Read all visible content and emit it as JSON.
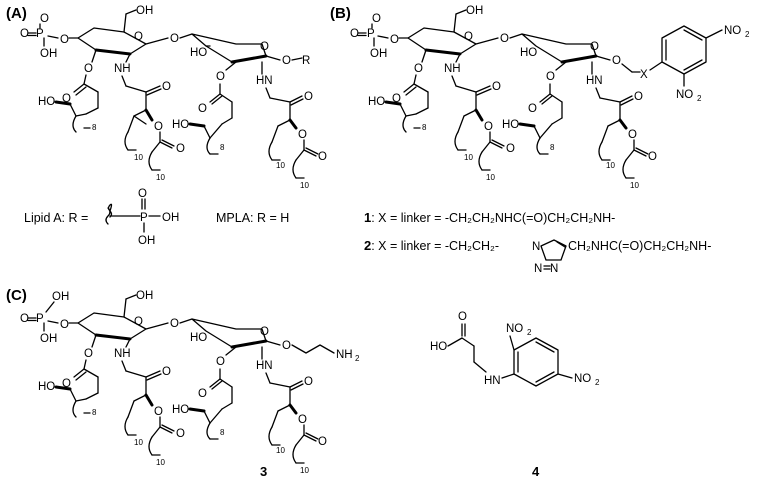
{
  "panels": {
    "A": {
      "label": "(A)"
    },
    "B": {
      "label": "(B)"
    },
    "C": {
      "label": "(C)"
    }
  },
  "atoms": {
    "P": "P",
    "O": "O",
    "OH": "OH",
    "HO": "HO",
    "NH": "NH",
    "HN": "HN",
    "R": "R",
    "X": "X",
    "NH2": "NH",
    "NO2": "NO",
    "two": "2",
    "N": "N",
    "n10": "10",
    "n8": "8"
  },
  "captions": {
    "lipidA_prefix": "Lipid A: R =",
    "mpla": "MPLA: R = H",
    "compound1_num": "1",
    "compound1_text": ": X = linker = -CH₂CH₂NHC(=O)CH₂CH₂NH-",
    "compound2_num": "2",
    "compound2_text_a": ": X = linker = -CH₂CH₂-",
    "compound2_text_b": "CH₂NHC(=O)CH₂CH₂NH-"
  },
  "compounds": {
    "c3": "3",
    "c4": "4"
  }
}
